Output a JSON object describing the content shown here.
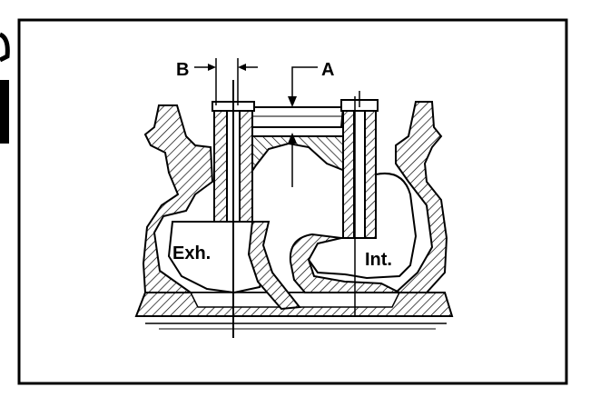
{
  "labels": {
    "dim_b": "B",
    "dim_a": "A",
    "exhaust": "Exh.",
    "intake": "Int."
  }
}
